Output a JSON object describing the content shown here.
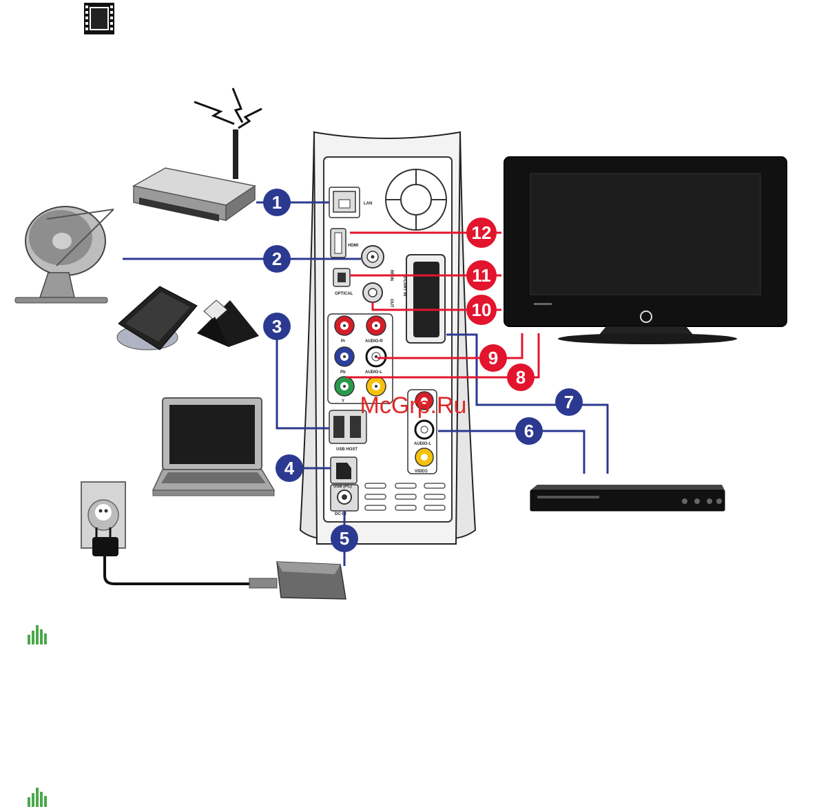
{
  "watermark": "McGrp.Ru",
  "ports": {
    "lan": "LAN",
    "hdmi": "HDMI",
    "optical": "OPTICAL",
    "pr": "Pr",
    "pb": "Pb",
    "y": "Y",
    "audio_r": "AUDIO-R",
    "audio_l": "AUDIO-L",
    "usb_host": "USB HOST",
    "usb_pc": "USB (PC)",
    "dc_in": "DC-IN",
    "video": "VIDEO",
    "av_in_audio_l": "AUDIO-L",
    "rf_in": "RF-IN",
    "scart_in": "S-CART IN",
    "rf_out": "OUT"
  },
  "callouts": [
    {
      "id": "1",
      "label": "1",
      "color": "#2b3990"
    },
    {
      "id": "2",
      "label": "2",
      "color": "#2b3990"
    },
    {
      "id": "3",
      "label": "3",
      "color": "#2b3990"
    },
    {
      "id": "4",
      "label": "4",
      "color": "#2b3990"
    },
    {
      "id": "5",
      "label": "5",
      "color": "#2b3990"
    },
    {
      "id": "6",
      "label": "6",
      "color": "#2b3990"
    },
    {
      "id": "7",
      "label": "7",
      "color": "#2b3990"
    },
    {
      "id": "8",
      "label": "8",
      "color": "#e3142d"
    },
    {
      "id": "9",
      "label": "9",
      "color": "#e3142d"
    },
    {
      "id": "10",
      "label": "10",
      "color": "#e3142d"
    },
    {
      "id": "11",
      "label": "11",
      "color": "#e3142d"
    },
    {
      "id": "12",
      "label": "12",
      "color": "#e3142d"
    }
  ],
  "icons": [
    "film-strip-icon",
    "equalizer-icon",
    "equalizer-icon"
  ],
  "colors": {
    "blue_line": "#2b3990",
    "red_line": "#e3142d",
    "equalizer_green": "#4aa84a"
  }
}
